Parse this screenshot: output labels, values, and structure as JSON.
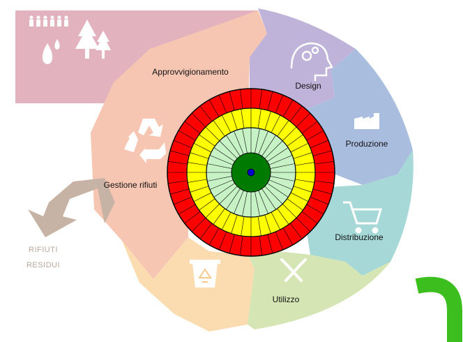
{
  "diagram": {
    "stages": [
      {
        "id": "approvvigionamento",
        "label": "Approvvigionamento",
        "color": "#e2b3bf"
      },
      {
        "id": "design",
        "label": "Design",
        "color": "#bfb3d9"
      },
      {
        "id": "produzione",
        "label": "Produzione",
        "color": "#a9bedf"
      },
      {
        "id": "distribuzione",
        "label": "Distribuzione",
        "color": "#a5d8d6"
      },
      {
        "id": "utilizzo",
        "label": "Utilizzo",
        "color": "#d5e5b3"
      },
      {
        "id": "raccolta",
        "label": "",
        "color": "#fbdcb0"
      },
      {
        "id": "gestione-rifiuti",
        "label": "Gestione rifiuti",
        "color": "#f7c6b2"
      }
    ],
    "residual": {
      "line1": "RIFIUTI",
      "line2": "RESIDUI",
      "color": "#c7b3a6"
    },
    "target": {
      "rings": [
        {
          "name": "outer",
          "color": "#ff0000"
        },
        {
          "name": "yellow",
          "color": "#ffff00"
        },
        {
          "name": "light-green",
          "color": "#c6f2c6"
        },
        {
          "name": "dark-green",
          "color": "#007a00"
        },
        {
          "name": "center-dot",
          "color": "#0000cc"
        }
      ]
    },
    "accent_color": "#3cbf1e"
  }
}
